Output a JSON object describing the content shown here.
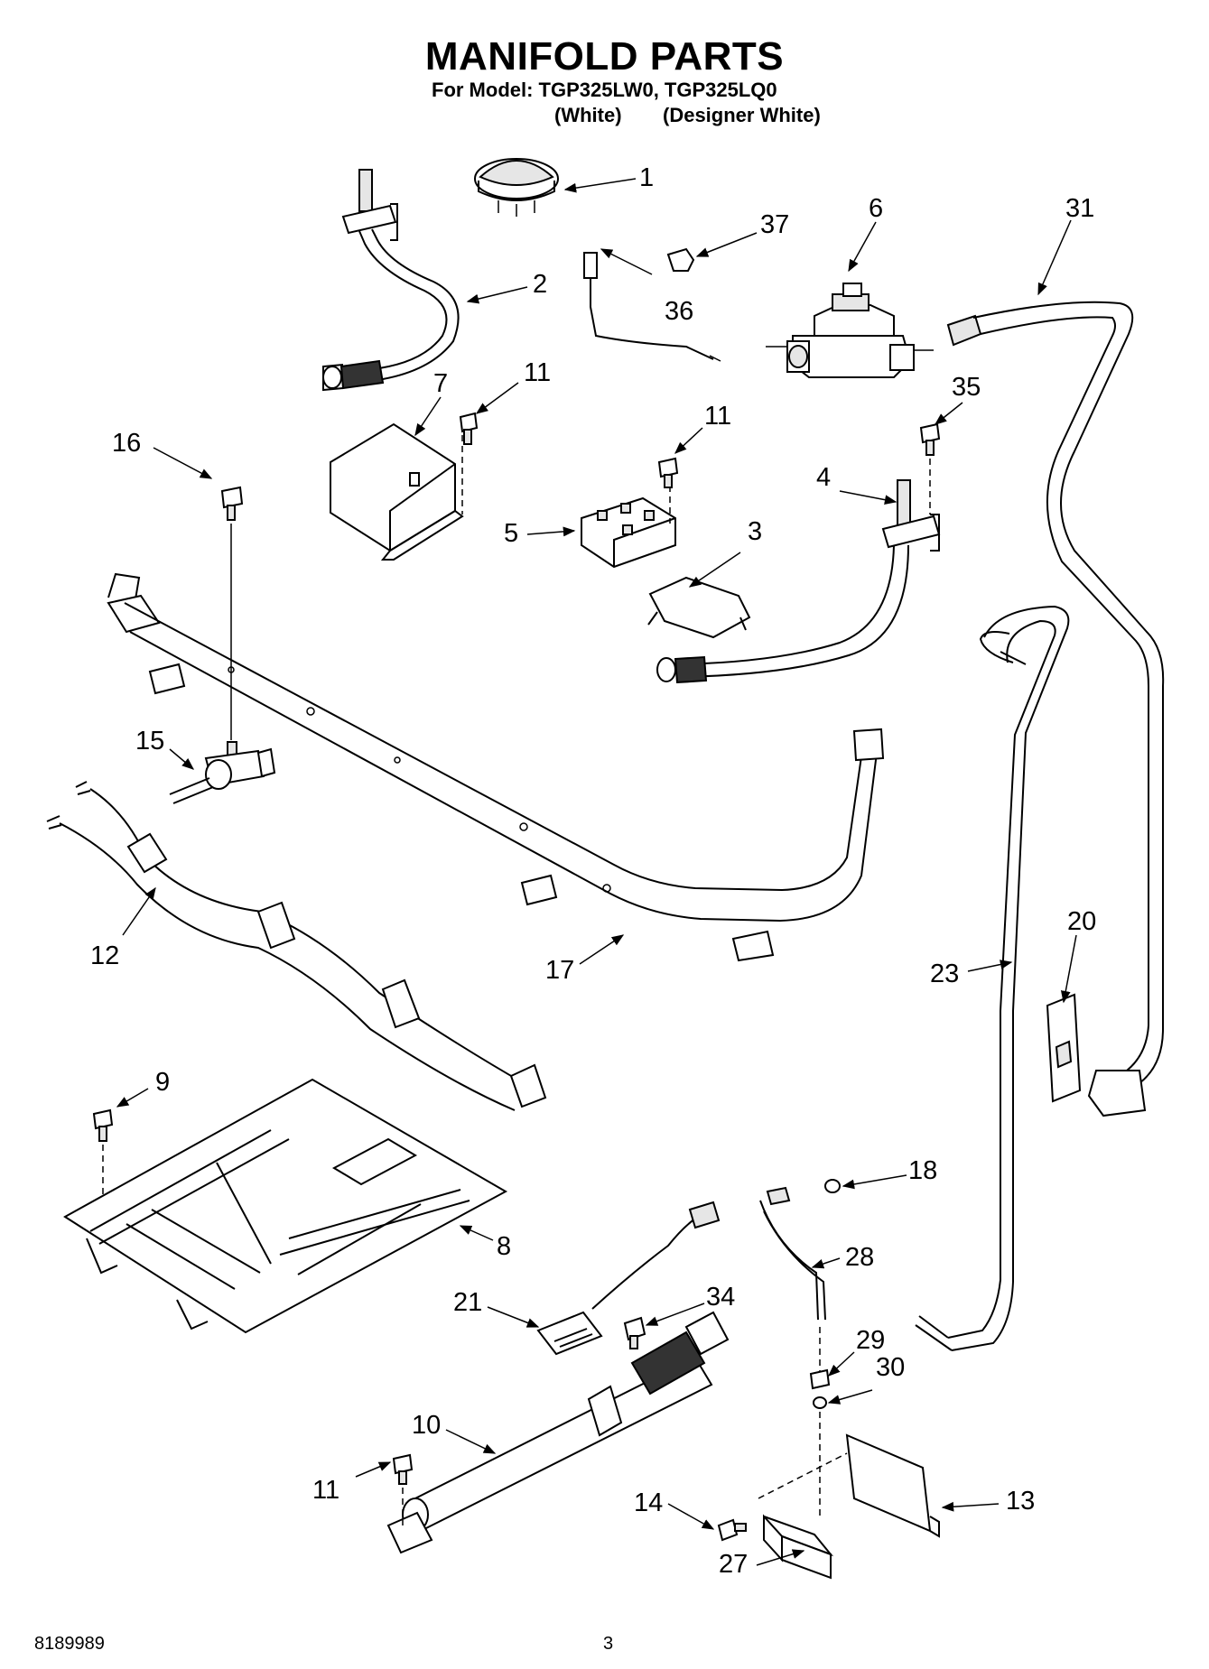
{
  "header": {
    "title": "MANIFOLD PARTS",
    "model_line": "For Model: TGP325LW0, TGP325LQ0",
    "variant_1": "(White)",
    "variant_2": "(Designer White)"
  },
  "callouts": {
    "c1": "1",
    "c2": "2",
    "c3": "3",
    "c4": "4",
    "c5": "5",
    "c6": "6",
    "c7": "7",
    "c8": "8",
    "c9": "9",
    "c10": "10",
    "c11a": "11",
    "c11b": "11",
    "c11c": "11",
    "c12": "12",
    "c13": "13",
    "c14": "14",
    "c15": "15",
    "c16": "16",
    "c17": "17",
    "c18": "18",
    "c20": "20",
    "c21": "21",
    "c23": "23",
    "c27": "27",
    "c28": "28",
    "c29": "29",
    "c30": "30",
    "c31": "31",
    "c34": "34",
    "c35": "35",
    "c36": "36",
    "c37": "37"
  },
  "footer": {
    "doc_number": "8189989",
    "page_number": "3"
  }
}
